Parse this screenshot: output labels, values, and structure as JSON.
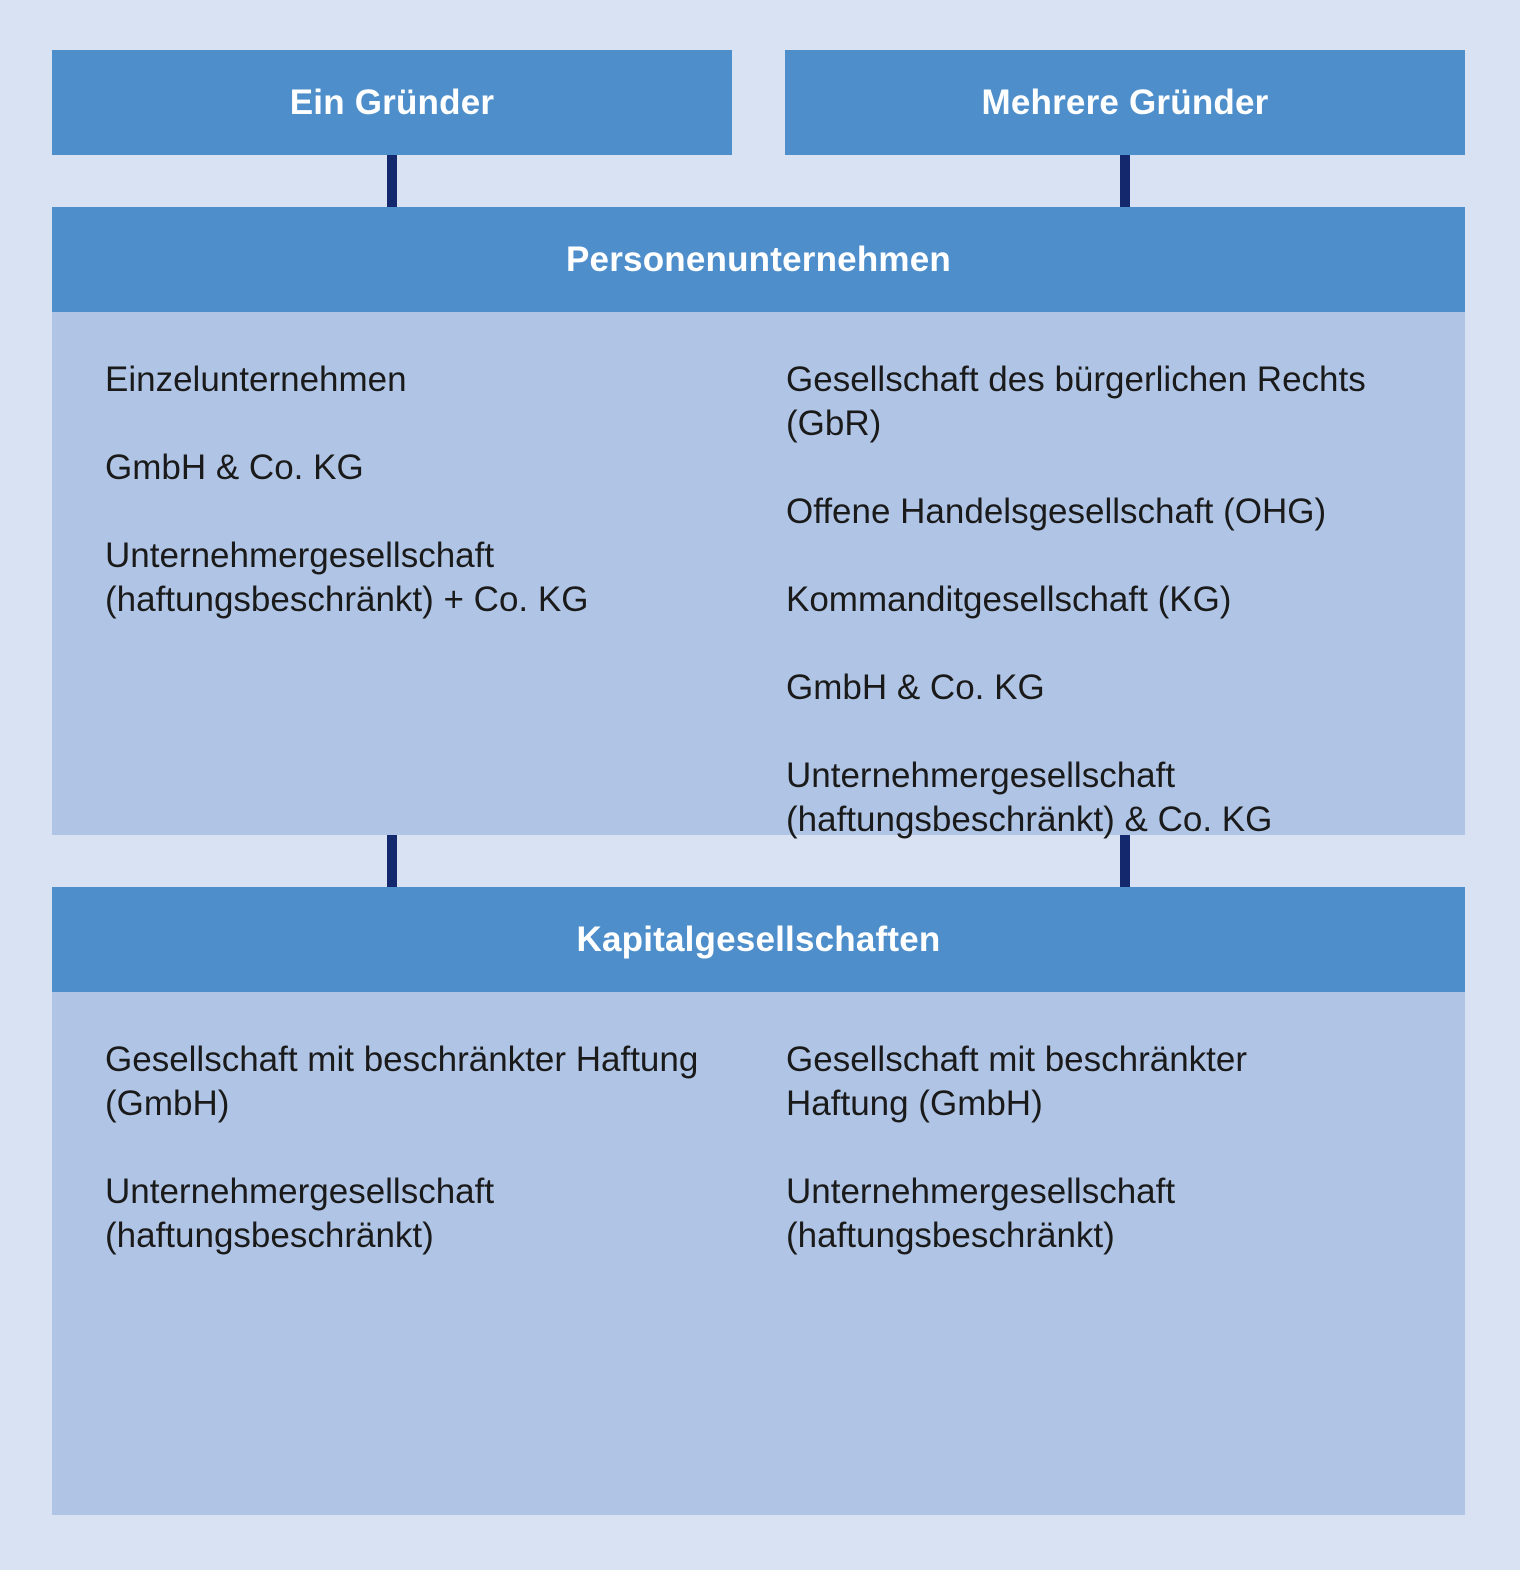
{
  "colors": {
    "background": "#d9e2f3",
    "header": "#4e8fcb",
    "panel": "#b0c5e6",
    "connector": "#14286e",
    "header_text": "#ffffff",
    "body_text": "#1a1a1a"
  },
  "top": {
    "left_label": "Ein Gründer",
    "right_label": "Mehrere Gründer"
  },
  "personen": {
    "title": "Personenunternehmen",
    "left_items": [
      "Einzelunternehmen",
      "GmbH & Co. KG",
      "Unternehmergesellschaft (haftungsbeschränkt) + Co. KG"
    ],
    "right_items": [
      "Gesellschaft des bürgerlichen Rechts (GbR)",
      "Offene Handelsgesellschaft (OHG)",
      "Kommanditgesellschaft (KG)",
      "GmbH & Co. KG",
      "Unternehmergesellschaft (haftungsbeschränkt) & Co. KG"
    ]
  },
  "kapital": {
    "title": "Kapitalgesellschaften",
    "left_items": [
      "Gesellschaft mit beschränkter Haftung (GmbH)",
      "Unternehmergesellschaft (haftungsbeschränkt)"
    ],
    "right_items": [
      "Gesellschaft mit beschränkter Haftung (GmbH)",
      "Unternehmergesellschaft (haftungsbeschränkt)"
    ]
  }
}
